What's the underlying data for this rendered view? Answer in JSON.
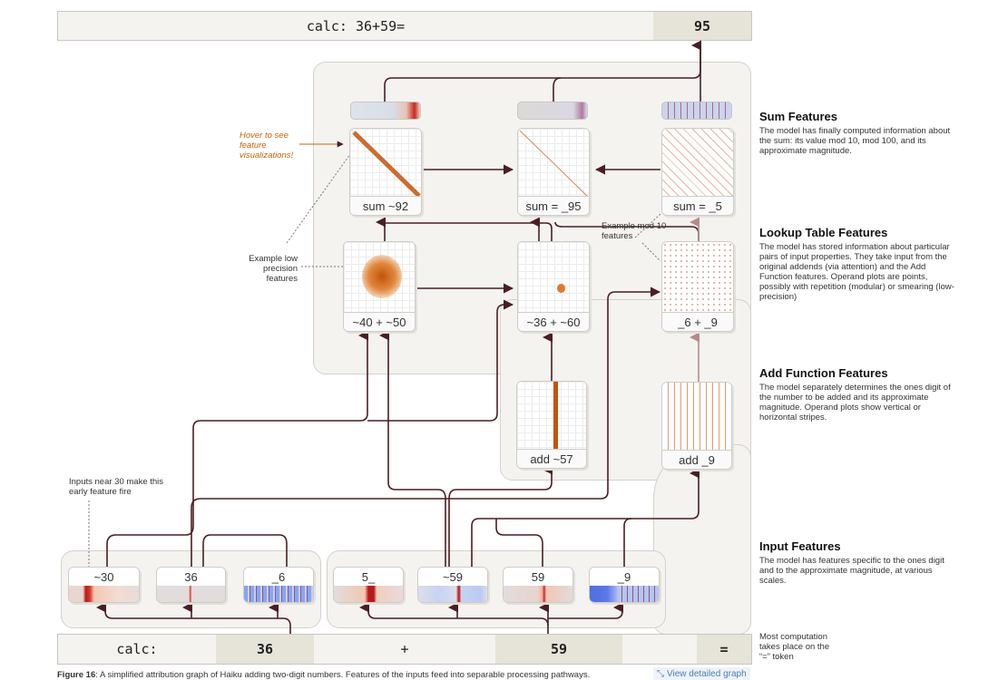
{
  "output_bar": {
    "prompt": "calc: 36+59=",
    "answer": "95"
  },
  "input_bar": {
    "tokens": [
      {
        "text": "calc:",
        "highlighted": false
      },
      {
        "text": "36",
        "highlighted": true
      },
      {
        "text": "+",
        "highlighted": false
      },
      {
        "text": "59",
        "highlighted": true
      },
      {
        "text": "",
        "highlighted": false
      },
      {
        "text": "=",
        "highlighted": true
      }
    ]
  },
  "sum_features": [
    {
      "label": "sum ~92",
      "plot": "diagonal-band"
    },
    {
      "label": "sum = _95",
      "plot": "thin-diagonal"
    },
    {
      "label": "sum = _5",
      "plot": "repeated-diagonals"
    }
  ],
  "lookup_features": [
    {
      "label": "~40 + ~50",
      "plot": "smeared-blob"
    },
    {
      "label": "~36 + ~60",
      "plot": "point"
    },
    {
      "label": "_6 + _9",
      "plot": "repeated-points"
    }
  ],
  "add_features": [
    {
      "label": "add ~57",
      "plot": "vertical-stripe"
    },
    {
      "label": "add _9",
      "plot": "repeated-vertical-stripes"
    }
  ],
  "input_features": {
    "group_36": [
      {
        "label": "~30"
      },
      {
        "label": "36"
      },
      {
        "label": "_6"
      }
    ],
    "group_59": [
      {
        "label": "5_"
      },
      {
        "label": "~59"
      },
      {
        "label": "59"
      },
      {
        "label": "_9"
      }
    ]
  },
  "annotations": {
    "hover": "Hover to see feature visualizations!",
    "low_precision": "Example low precision features",
    "mod10": "Example mod 10 features",
    "inputs_near_30": "Inputs near 30 make this early feature fire",
    "most_computation": "Most computation takes place on the “=” token"
  },
  "sidebar": [
    {
      "title": "Sum Features",
      "body": "The model has finally computed information about the sum: its value mod 10, mod 100, and its approximate magnitude."
    },
    {
      "title": "Lookup Table Features",
      "body": "The model has stored information about particular pairs of input properties. They take input from the original addends (via attention) and the Add Function features. Operand plots are points, possibly with repetition (modular) or smearing (low-precision)"
    },
    {
      "title": "Add Function Features",
      "body": "The model separately determines the ones digit of the number to be added and its approximate magnitude. Operand plots show vertical or horizontal stripes."
    },
    {
      "title": "Input Features",
      "body": "The model has features specific to the ones digit and to the approximate magnitude, at various scales."
    }
  ],
  "caption": {
    "label": "Figure 16",
    "text": ": A simplified attribution graph of Haiku adding two-digit numbers. Features of the inputs feed into separable processing pathways."
  },
  "view_link": {
    "icon": "expand-arrows-icon",
    "label": "View detailed graph"
  },
  "colors": {
    "wire": "#4a1e22",
    "wire_light": "#b88a8c",
    "region_bg": "#f4f3f0",
    "token_highlight": "#e6e3d8",
    "plot_orange": "#c2540a",
    "hover_text": "#c2640c",
    "link_blue": "#4a7fb5"
  }
}
